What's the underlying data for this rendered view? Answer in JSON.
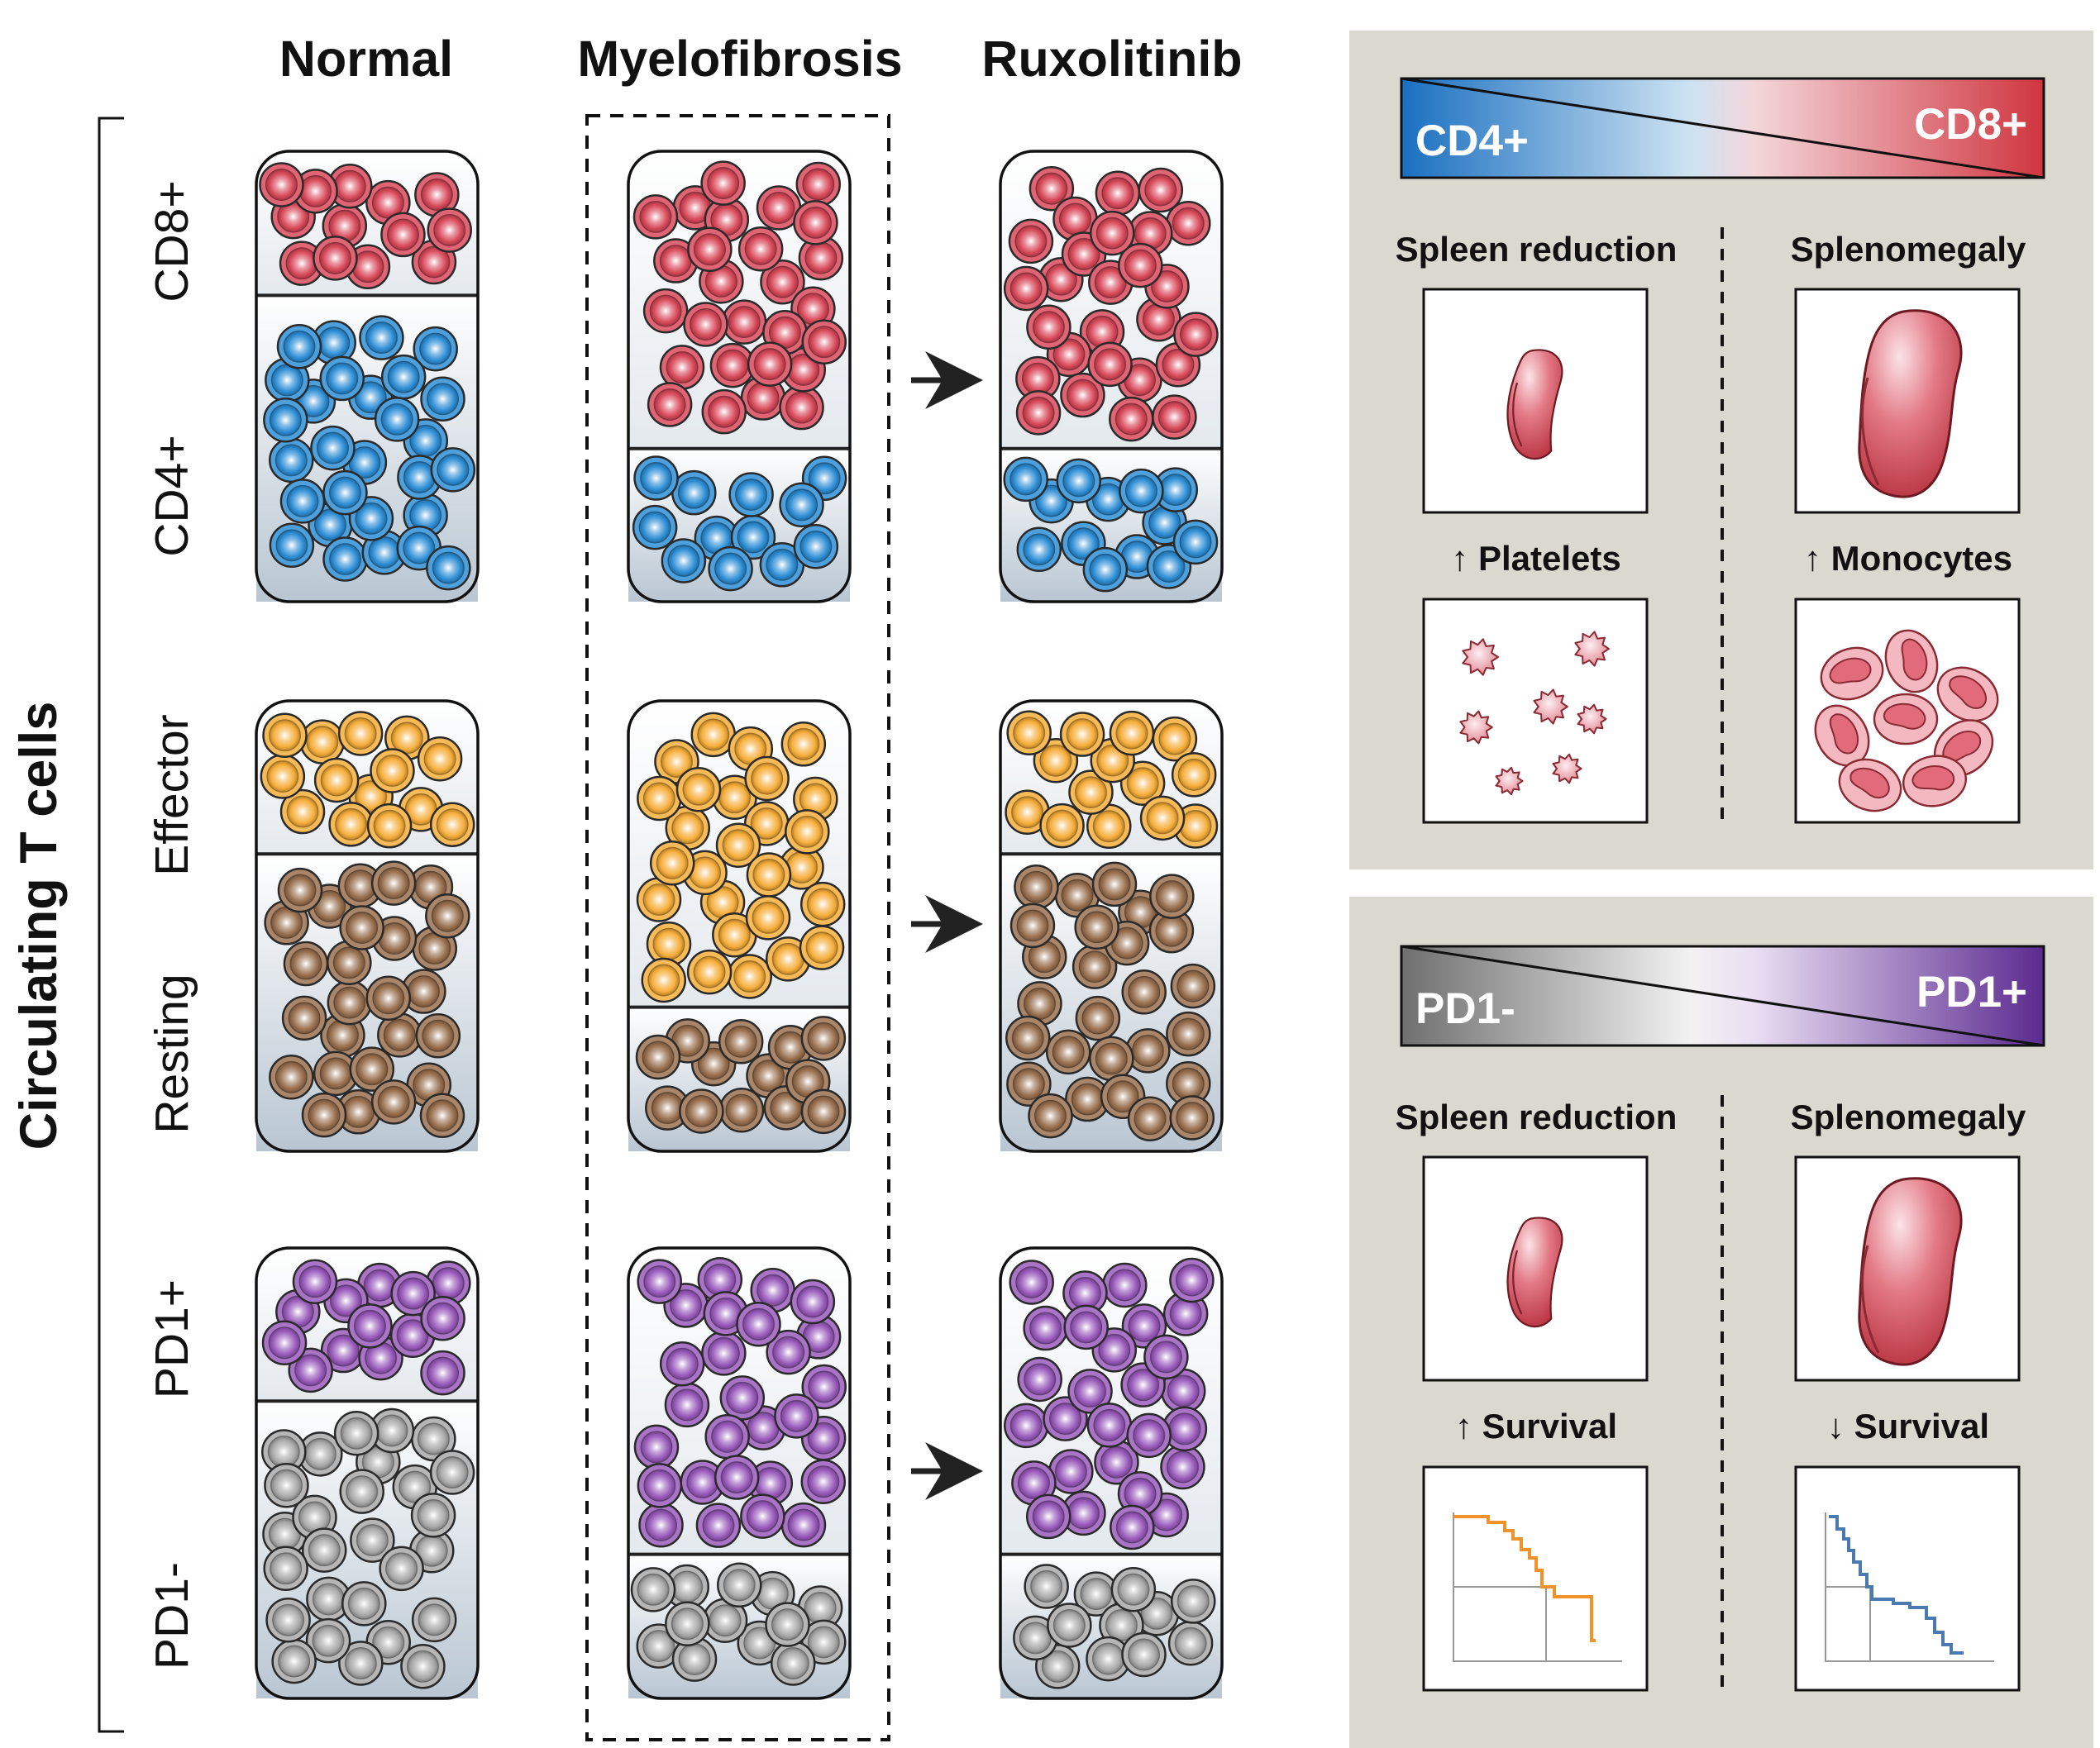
{
  "columns": [
    "Normal",
    "Myelofibrosis",
    "Ruxolitinib"
  ],
  "side_label": "Circulating T cells",
  "rows": [
    {
      "top_label": "CD8+",
      "bottom_label": "CD4+",
      "top_color": "#d94a5b",
      "bottom_color": "#2f8fd6"
    },
    {
      "top_label": "Effector",
      "bottom_label": "Resting",
      "top_color": "#f6ae3b",
      "bottom_color": "#9a7150"
    },
    {
      "top_label": "PD1+",
      "bottom_label": "PD1-",
      "top_color": "#9a5cbc",
      "bottom_color": "#a9a9a9"
    }
  ],
  "panel1": {
    "grad_left": "CD4+",
    "grad_right": "CD8+",
    "grad_left_color": "#1a6fc0",
    "grad_right_color": "#d0353f",
    "left_title": "Spleen reduction",
    "right_title": "Splenomegaly",
    "left_sub": "↑ Platelets",
    "right_sub": "↑ Monocytes"
  },
  "panel2": {
    "grad_left": "PD1-",
    "grad_right": "PD1+",
    "grad_left_color": "#707070",
    "grad_right_color": "#5b2a90",
    "left_title": "Spleen reduction",
    "right_title": "Splenomegaly",
    "left_sub": "↑ Survival",
    "right_sub": "↓ Survival"
  },
  "colors": {
    "panel_bg": "#d9d9cf",
    "survival_good": "#f0932b",
    "survival_bad": "#4a7ab0",
    "spleen": "#d9566a"
  }
}
